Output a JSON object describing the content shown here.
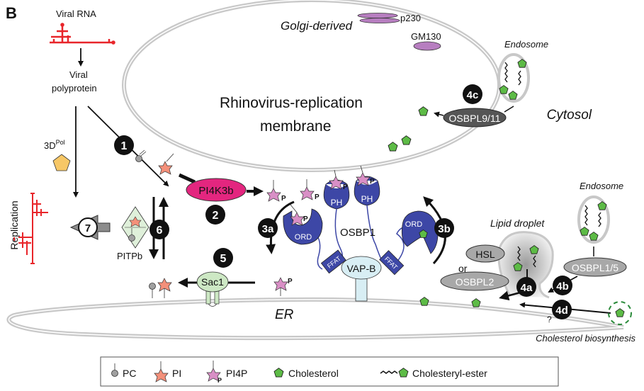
{
  "panel_label": "B",
  "compartments": {
    "golgi": "Golgi-derived",
    "replication_membrane_line1": "Rhinovirus-replication",
    "replication_membrane_line2": "membrane",
    "cytosol": "Cytosol",
    "er": "ER",
    "endosome_top": "Endosome",
    "endosome_right": "Endosome",
    "lipid_droplet": "Lipid droplet",
    "cholesterol_biosynthesis": "Cholesterol biosynthesis"
  },
  "viral": {
    "rna": "Viral RNA",
    "polyprotein_line1": "Viral",
    "polyprotein_line2": "polyprotein",
    "polymerase": "3D",
    "polymerase_sup": "Pol",
    "replication": "Replication"
  },
  "proteins": {
    "p230": "p230",
    "gm130": "GM130",
    "pi4k3b": "PI4K3b",
    "sac1": "Sac1",
    "pitpb": "PITPb",
    "osbp1": "OSBP1",
    "ph": "PH",
    "ord": "ORD",
    "ffat": "FFAT",
    "vapb": "VAP-B",
    "hsl": "HSL",
    "or": "or",
    "osbpl2": "OSBPL2",
    "osbpl15": "OSBPL1/5",
    "osbpl911": "OSBPL9/11",
    "p_label": "P",
    "question": "?"
  },
  "steps": [
    "1",
    "2",
    "3a",
    "3b",
    "4a",
    "4b",
    "4c",
    "4d",
    "5",
    "6",
    "7"
  ],
  "legend": [
    {
      "icon": "pc-icon",
      "label": "PC"
    },
    {
      "icon": "pi-icon",
      "label": "PI"
    },
    {
      "icon": "pi4p-icon",
      "label": "PI4P"
    },
    {
      "icon": "cholesterol-icon",
      "label": "Cholesterol"
    },
    {
      "icon": "cholesteryl-ester-icon",
      "label": "Cholesteryl-ester"
    }
  ],
  "colors": {
    "membrane": "#c8c8c8",
    "viral_rna": "#e8252a",
    "pi4k3b": "#e3267f",
    "osbp": "#3d47a6",
    "cholesterol": "#5dbb46",
    "pi": "#f4907a",
    "pi4p": "#d98fc6",
    "pc": "#a0a0a0",
    "sac1": "#cde8c4",
    "pitpb": "#dff0da",
    "vapb": "#d8eef4",
    "polymerase": "#f7c766",
    "golgin": "#b77ec0",
    "osbpl_dark": "#555555",
    "osbpl_grey": "#a8a8a8"
  }
}
